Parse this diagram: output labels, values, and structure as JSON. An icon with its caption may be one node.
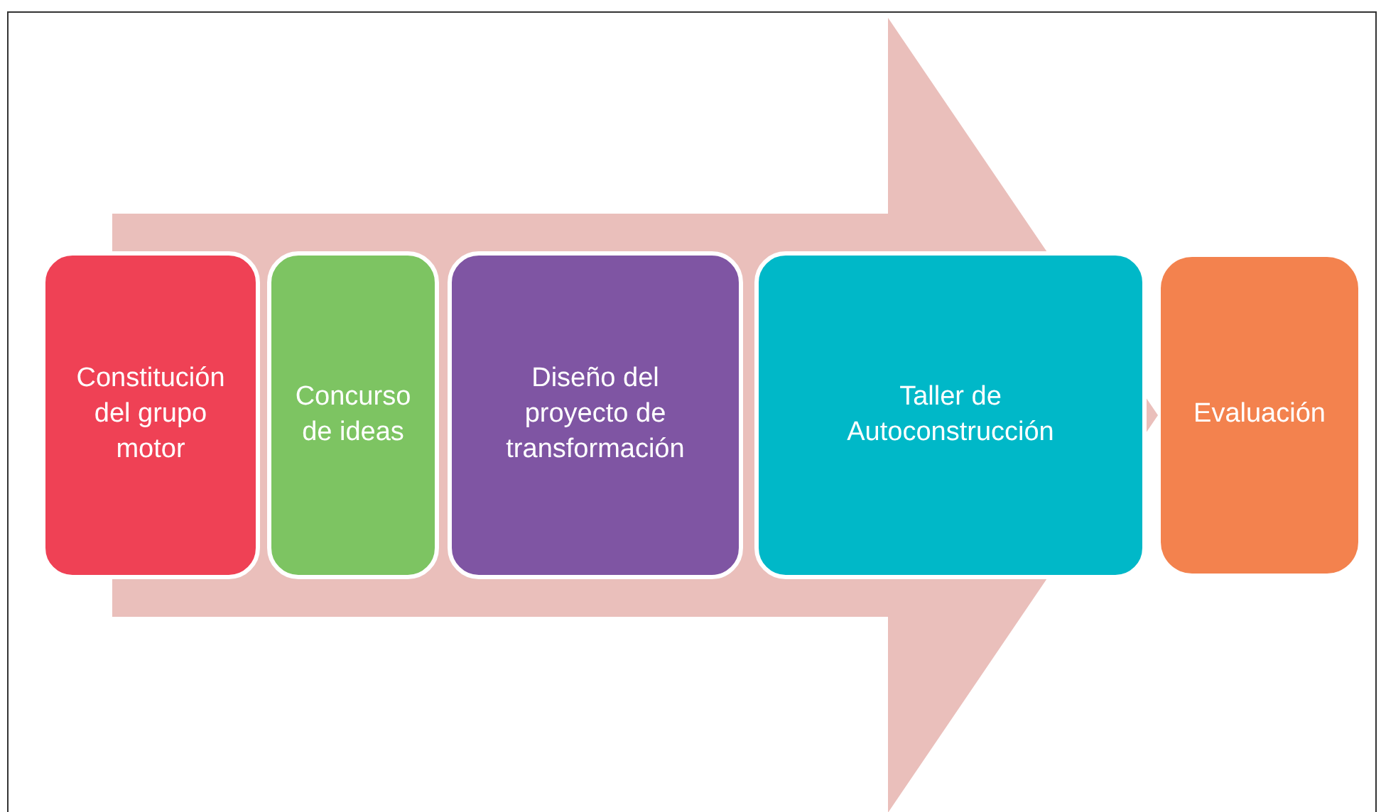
{
  "diagram": {
    "nodes": [
      {
        "text": [
          "Constitución del grupo motor"
        ]
      },
      {
        "text": [
          "Concurso de ideas"
        ]
      },
      {
        "text": [
          "Diseño del proyecto de transformación"
        ]
      },
      {
        "text": [
          "Taller de Autoconstrucción"
        ]
      },
      {
        "text": [
          "Evaluación"
        ]
      }
    ],
    "edges": [
      {
        "from": 0,
        "to": 4,
        "arrow": "to",
        "style": "thick"
      }
    ]
  }
}
